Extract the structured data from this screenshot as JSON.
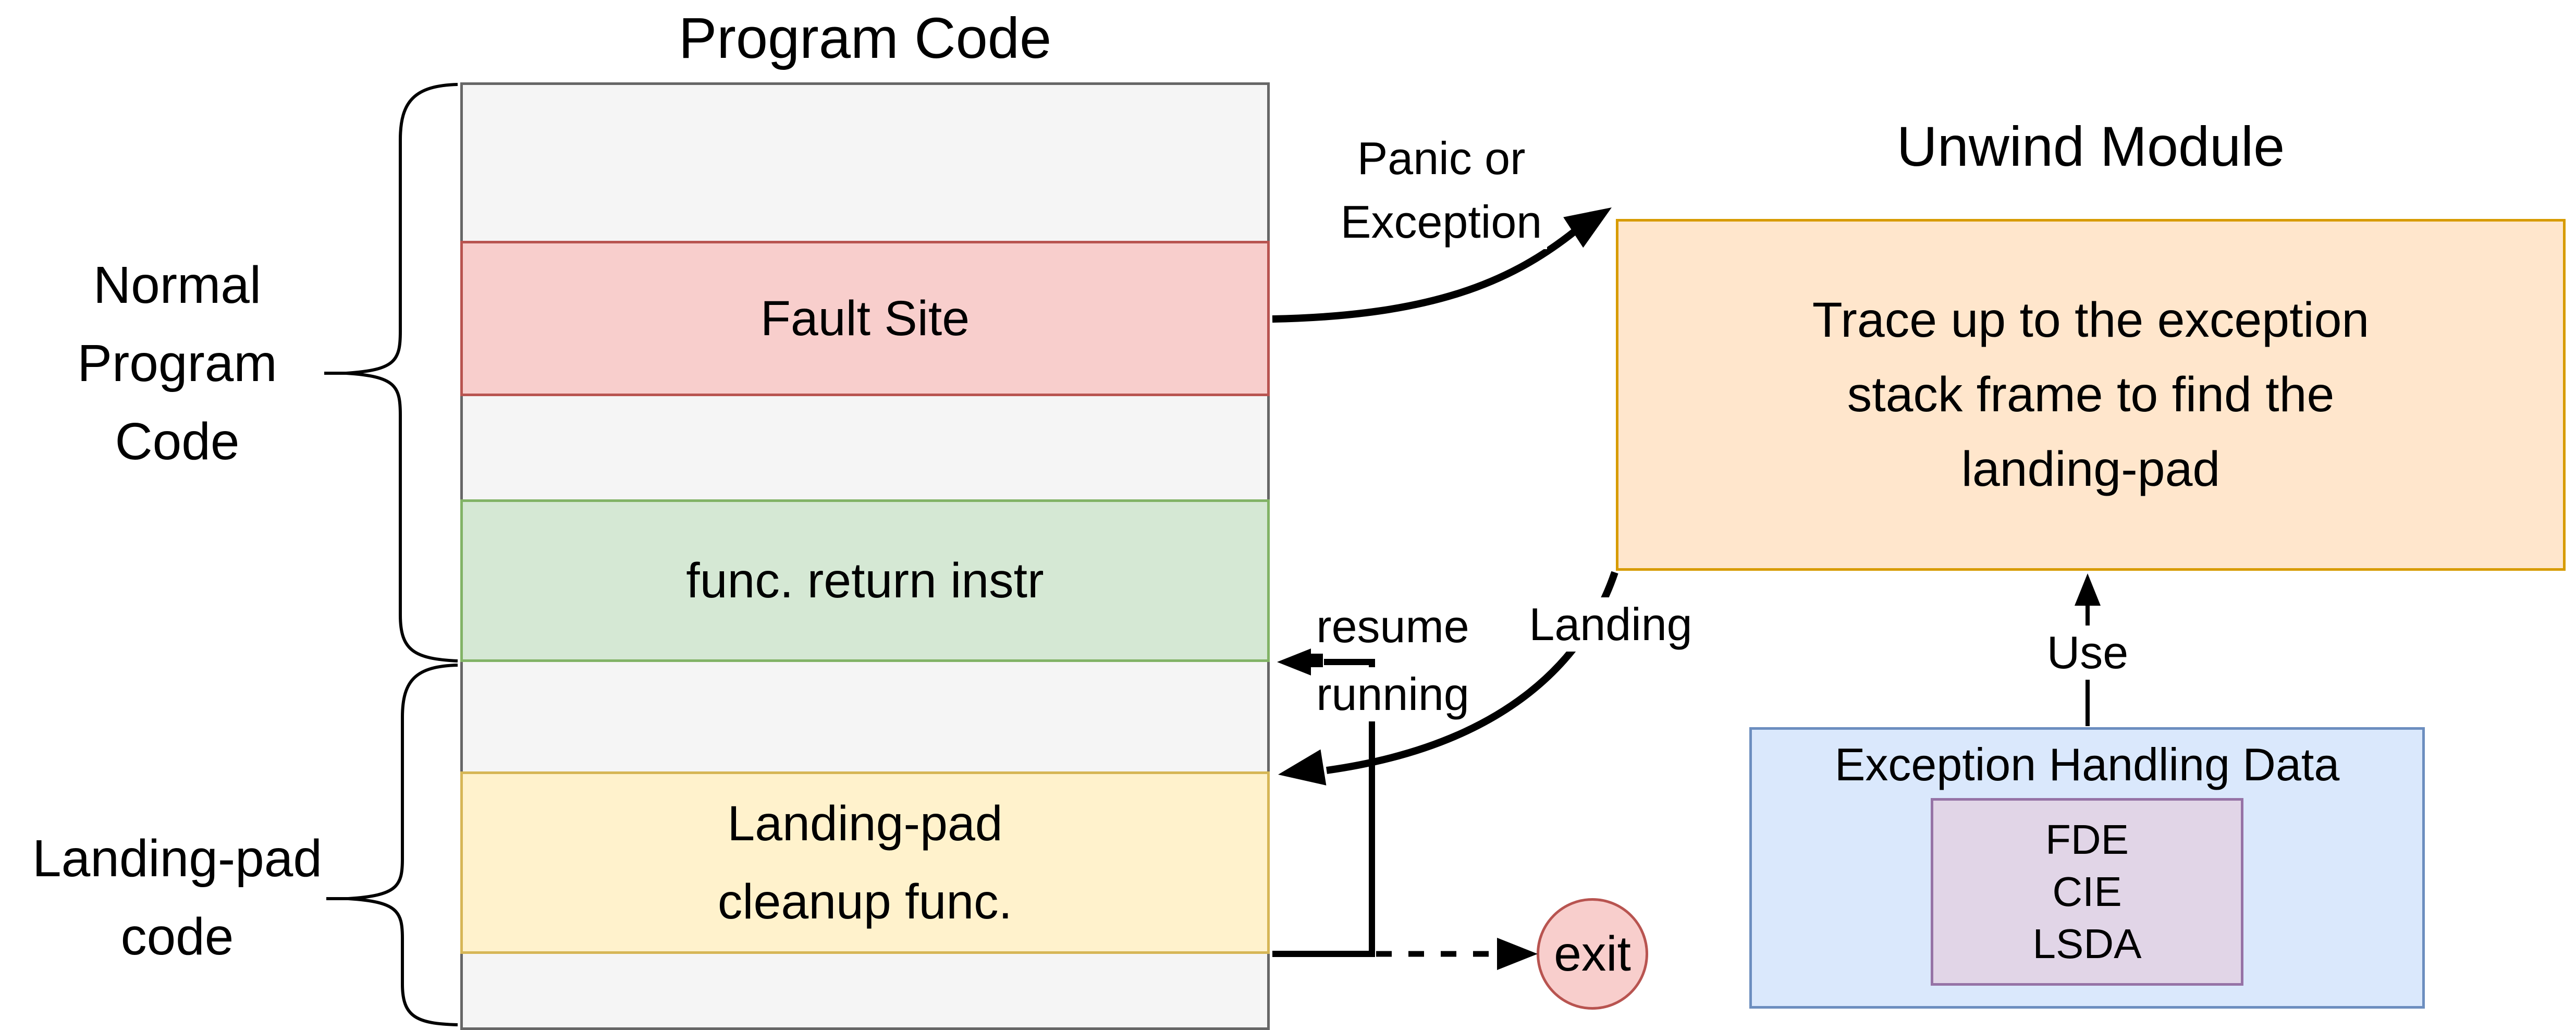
{
  "program_code": {
    "title": "Program Code",
    "blocks": [
      {
        "id": "fault-site",
        "label": "Fault Site"
      },
      {
        "id": "func-return",
        "label": "func. return instr"
      },
      {
        "id": "landing-pad-cleanup",
        "lines": [
          "Landing-pad",
          "cleanup func."
        ]
      }
    ]
  },
  "left_labels": {
    "normal": [
      "Normal",
      "Program",
      "Code"
    ],
    "landing": [
      "Landing-pad",
      "code"
    ]
  },
  "unwind": {
    "title": "Unwind Module",
    "body": [
      "Trace up to the exception",
      "stack frame to find the",
      "landing-pad"
    ]
  },
  "ehd": {
    "title": "Exception Handling Data",
    "items": [
      "FDE",
      "CIE",
      "LSDA"
    ]
  },
  "edges": {
    "panic": [
      "Panic or",
      "Exception"
    ],
    "landing": "Landing",
    "resume": [
      "resume",
      "running"
    ],
    "use": "Use"
  },
  "exit_label": "exit",
  "colors": {
    "segment_fill": "#f5f5f5",
    "segment_border": "#666666",
    "fault_fill": "#f8cecc",
    "fault_border": "#b85450",
    "green_fill": "#d5e8d4",
    "green_border": "#82b366",
    "yellow_fill": "#fff2cc",
    "yellow_border": "#d6b656",
    "unwind_fill": "#ffe6cc",
    "unwind_border": "#d79b00",
    "ehd_fill": "#dae8fc",
    "ehd_border": "#6c8ebf",
    "inner_fill": "#e1d5e7",
    "inner_border": "#9673a6",
    "exit_fill": "#f8cecc",
    "exit_border": "#b85450",
    "arrow": "#000000"
  }
}
